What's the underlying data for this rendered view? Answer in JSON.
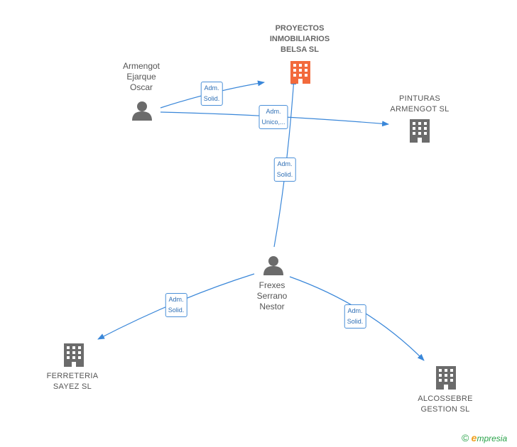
{
  "colors": {
    "edge": "#3a87d9",
    "person_icon": "#6b6b6b",
    "company_icon": "#6b6b6b",
    "focus_company_icon": "#f26a3c"
  },
  "nodes": {
    "proyectos": {
      "label": "PROYECTOS\nINMOBILIARIOS\nBELSA  SL",
      "icon": "building-icon",
      "focus": true
    },
    "armengot_person": {
      "label": "Armengot\nEjarque\nOscar",
      "icon": "person-icon"
    },
    "pinturas": {
      "label": "PINTURAS\nARMENGOT  SL",
      "icon": "building-icon"
    },
    "frexes": {
      "label": "Frexes\nSerrano\nNestor",
      "icon": "person-icon"
    },
    "ferreteria": {
      "label": "FERRETERIA\nSAYEZ  SL",
      "icon": "building-icon"
    },
    "alcossebre": {
      "label": "ALCOSSEBRE\nGESTION  SL",
      "icon": "building-icon"
    }
  },
  "edges": [
    {
      "from": "armengot_person",
      "to": "proyectos",
      "label": "Adm.\nSolid."
    },
    {
      "from": "armengot_person",
      "to": "pinturas",
      "label": "Adm.\nUnico,..."
    },
    {
      "from": "frexes",
      "to": "proyectos",
      "label": "Adm.\nSolid."
    },
    {
      "from": "frexes",
      "to": "ferreteria",
      "label": "Adm.\nSolid."
    },
    {
      "from": "frexes",
      "to": "alcossebre",
      "label": "Adm.\nSolid."
    }
  ],
  "brand": {
    "copyright_symbol": "©",
    "first_letter": "e",
    "rest": "mpresia"
  }
}
